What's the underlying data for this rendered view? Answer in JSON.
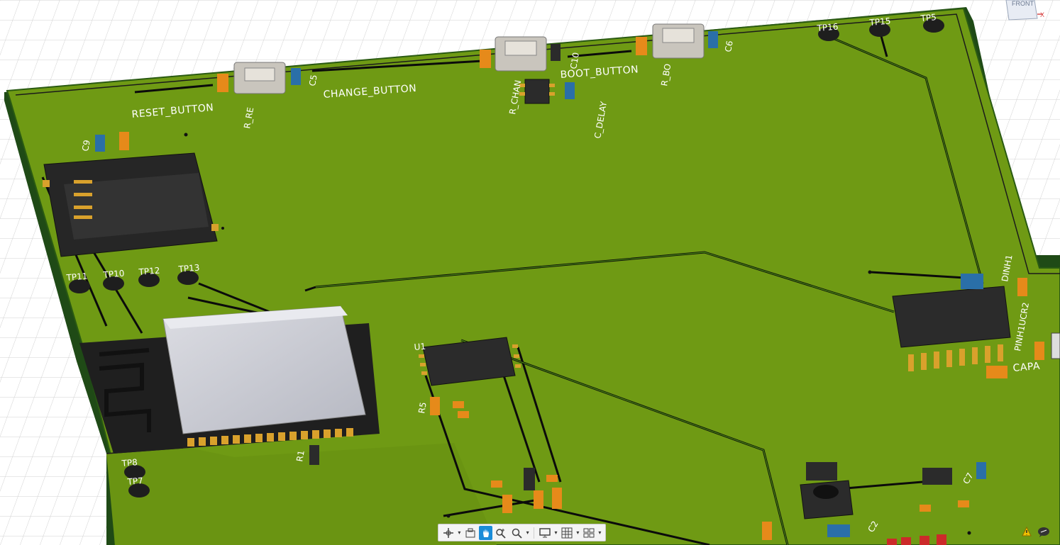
{
  "viewcube": {
    "face_label": "FRONT",
    "axis_label": "X"
  },
  "silkscreen": {
    "reset_button": "RESET_BUTTON",
    "change_button": "CHANGE_BUTTON",
    "boot_button": "BOOT_BUTTON",
    "c_delay": "C_DELAY",
    "r_reset": "R_RE",
    "r_change": "R_CHAN",
    "r_boot": "R_BO",
    "c9": "C9",
    "c5": "C5",
    "c10": "C10",
    "c6": "C6",
    "tp16": "TP16",
    "tp15": "TP15",
    "tp5": "TP5",
    "tp11": "TP11",
    "tp10": "TP10",
    "tp12": "TP12",
    "tp13": "TP13",
    "tp8": "TP8",
    "tp7": "TP7",
    "u1": "U1",
    "r5": "R5",
    "r1": "R1",
    "pinh": "PINH1UCR2",
    "pinh2": "DINH1",
    "capa": "CAPA",
    "c2": "C2",
    "c7": "C7"
  },
  "toolbar": {
    "items": [
      {
        "name": "orbit-icon",
        "active": false,
        "caret": true
      },
      {
        "name": "look-at-icon",
        "active": false,
        "caret": false
      },
      {
        "name": "pan-hand-icon",
        "active": true,
        "caret": false
      },
      {
        "name": "zoom-icon",
        "active": false,
        "caret": false
      },
      {
        "name": "fit-zoom-icon",
        "active": false,
        "caret": true
      },
      {
        "name": "display-settings-icon",
        "active": false,
        "caret": true
      },
      {
        "name": "grid-settings-icon",
        "active": false,
        "caret": true
      },
      {
        "name": "viewports-icon",
        "active": false,
        "caret": true
      }
    ]
  },
  "colors": {
    "board": "#6f9a14",
    "board_edge": "#1f4a16",
    "trace": "#0b0b0b",
    "pad_gold": "#d9a12c",
    "cap_orange": "#e68a1a",
    "cap_blue": "#2a6fa8",
    "chip": "#2b2b2b",
    "shield": "#c9cbd4",
    "grid_line": "#c9c9c9",
    "toolbar_active": "#1a8cd8"
  },
  "status": {
    "warning_icon": "warning-icon",
    "comment_icon": "comment-icon"
  }
}
